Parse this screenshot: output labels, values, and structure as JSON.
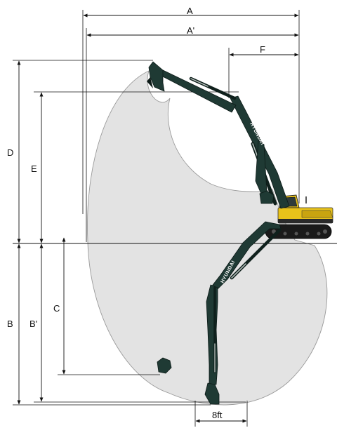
{
  "diagram": {
    "title": "",
    "dimension_labels": {
      "A": "A",
      "A_prime": "A'",
      "F": "F",
      "D": "D",
      "E": "E",
      "B": "B",
      "B_prime": "B'",
      "C": "C",
      "level": "8ft"
    },
    "brand_text": "HYUNDAI",
    "colors": {
      "envelope_fill": "#e3e3e3",
      "machine_green": "#1f3a34",
      "cab_yellow": "#e8c21a",
      "track_black": "#1a1a1a"
    }
  }
}
